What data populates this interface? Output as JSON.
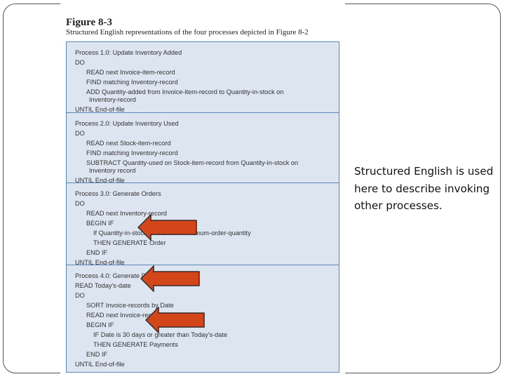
{
  "figure": {
    "title": "Figure 8-3",
    "caption": "Structured English representations of the four processes depicted in Figure 8-2",
    "processes": [
      {
        "lines": [
          {
            "indent": 0,
            "text": "Process 1.0: Update Inventory Added"
          },
          {
            "indent": 0,
            "text": "DO"
          },
          {
            "indent": 1,
            "text": "READ next Invoice-item-record"
          },
          {
            "indent": 1,
            "text": "FIND matching Inventory-record"
          },
          {
            "indent": 1,
            "text": "ADD Quantity-added from Invoice-item-record to Quantity-in-stock on"
          },
          {
            "indent": 1.3,
            "text": "Inventory-record"
          },
          {
            "indent": 0,
            "text": "UNTIL End-of-file"
          }
        ]
      },
      {
        "lines": [
          {
            "indent": 0,
            "text": "Process 2.0: Update Inventory Used"
          },
          {
            "indent": 0,
            "text": "DO"
          },
          {
            "indent": 1,
            "text": "READ next Stock-item-record"
          },
          {
            "indent": 1,
            "text": "FIND matching Inventory-record"
          },
          {
            "indent": 1,
            "text": "SUBTRACT Quantity-used on Stock-item-record from Quantity-in-stock on"
          },
          {
            "indent": 1.3,
            "text": "Inventory record"
          },
          {
            "indent": 0,
            "text": "UNTIL End-of-file"
          }
        ]
      },
      {
        "lines": [
          {
            "indent": 0,
            "text": "Process 3.0: Generate Orders"
          },
          {
            "indent": 0,
            "text": "DO"
          },
          {
            "indent": 1,
            "text": "READ next Inventory-record"
          },
          {
            "indent": 1,
            "text": "BEGIN IF"
          },
          {
            "indent": 2,
            "text": "If Quantity-in-stock is less than Minimum-order-quantity"
          },
          {
            "indent": 2,
            "text": "THEN GENERATE Order"
          },
          {
            "indent": 1,
            "text": "END IF"
          },
          {
            "indent": 0,
            "text": "UNTIL End-of-file"
          }
        ]
      },
      {
        "lines": [
          {
            "indent": 0,
            "text": "Process 4.0: Generate Payments"
          },
          {
            "indent": 0,
            "text": "READ Today's-date"
          },
          {
            "indent": 0,
            "text": "DO"
          },
          {
            "indent": 1,
            "text": "SORT Invoice-records by Date"
          },
          {
            "indent": 1,
            "text": "READ next Invoice-record"
          },
          {
            "indent": 1,
            "text": "BEGIN IF"
          },
          {
            "indent": 2,
            "text": "IF Date is 30 days or greater than Today's-date"
          },
          {
            "indent": 2,
            "text": "THEN GENERATE Payments"
          },
          {
            "indent": 1,
            "text": "END IF"
          },
          {
            "indent": 0,
            "text": "UNTIL End-of-file"
          }
        ]
      }
    ]
  },
  "side_note": {
    "lines": [
      "Structured English is used",
      "here to describe invoking",
      "other processes."
    ]
  },
  "colors": {
    "arrow_fill": "#d2461a",
    "arrow_stroke": "#3a2a2a",
    "box_fill": "#dde5f0",
    "box_border": "#5b86b8"
  }
}
